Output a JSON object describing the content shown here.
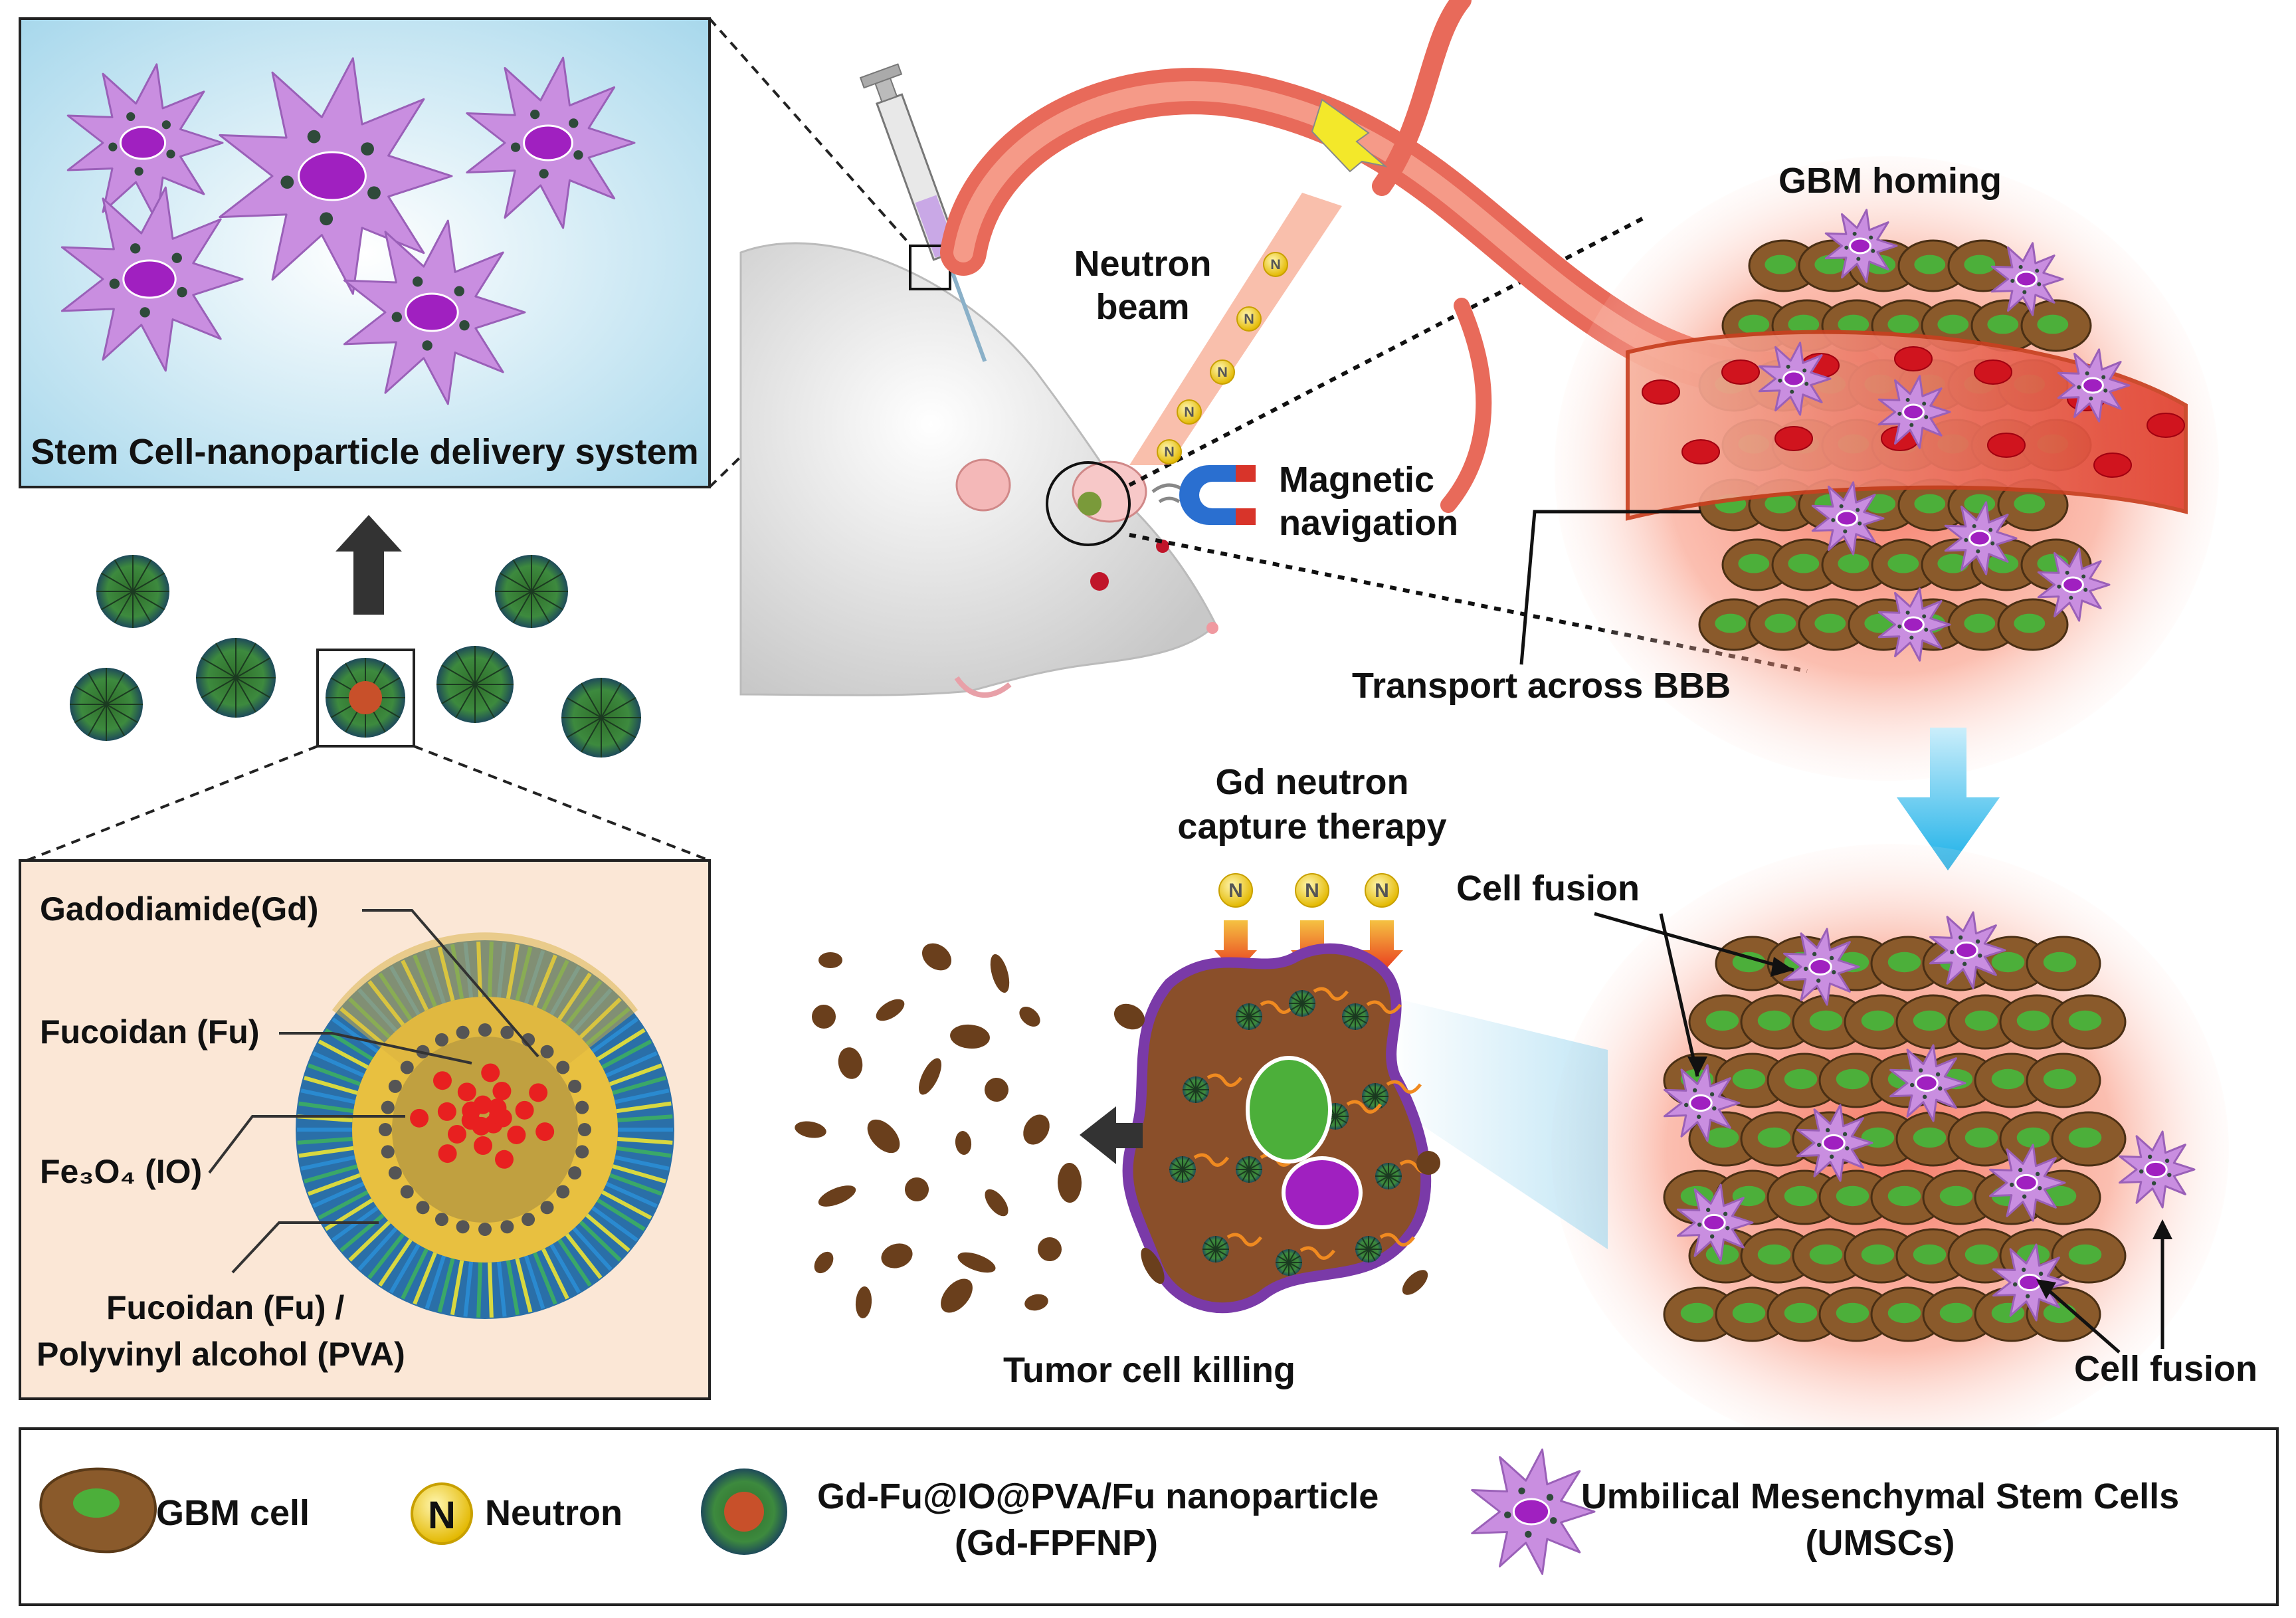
{
  "panels": {
    "delivery": {
      "caption": "Stem Cell-nanoparticle delivery system"
    },
    "nanoparticle": {
      "labels": [
        "Gadodiamide(Gd)",
        "Fucoidan (Fu)",
        "Fe₃O₄ (IO)",
        "Fucoidan (Fu) /",
        "Polyvinyl alcohol (PVA)"
      ]
    }
  },
  "labels": {
    "neutron_beam_1": "Neutron",
    "neutron_beam_2": "beam",
    "magnetic_1": "Magnetic",
    "magnetic_2": "navigation",
    "gbm_homing": "GBM homing",
    "bbb": "Transport across BBB",
    "gdnct_1": "Gd neutron",
    "gdnct_2": "capture therapy",
    "cell_fusion_top": "Cell fusion",
    "cell_fusion_bottom": "Cell fusion",
    "tumor_killing": "Tumor cell killing",
    "neutron_symbol": "N"
  },
  "legend": {
    "gbm": "GBM cell",
    "neutron": "Neutron",
    "np_1": "Gd-Fu@IO@PVA/Fu nanoparticle",
    "np_2": "(Gd-FPFNP)",
    "umsc_1": "Umbilical Mesenchymal Stem Cells",
    "umsc_2": "(UMSCs)"
  },
  "colors": {
    "stem_cell": "#c98ee0",
    "nucleus": "#a020c0",
    "gbm_body": "#8a5a2b",
    "gbm_nucleus": "#4caf3a",
    "vessel": "#e0524a",
    "neutron": "#f4d03f",
    "arrow_blue": "#1ab0e8"
  }
}
